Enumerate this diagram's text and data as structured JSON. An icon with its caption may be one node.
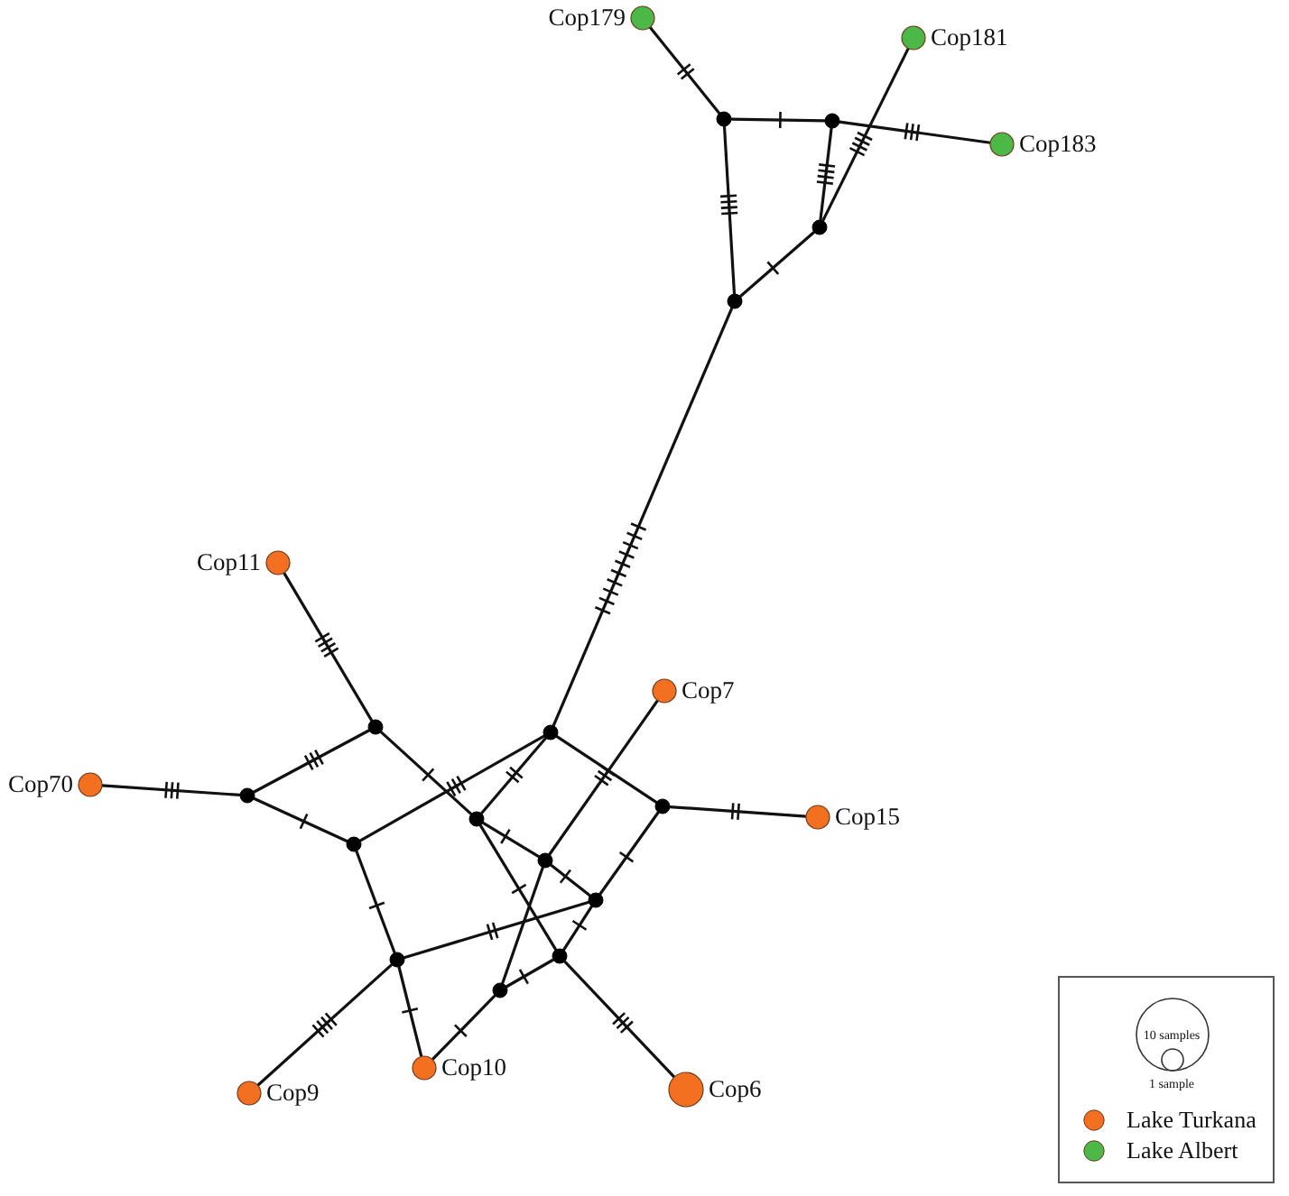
{
  "diagram": {
    "nodes": [
      {
        "text": [],
        "shape": "circle",
        "beside": [
          "Cop179"
        ]
      },
      {
        "text": [],
        "shape": "circle",
        "beside": [
          "Cop181"
        ]
      },
      {
        "text": [],
        "shape": "circle"
      },
      {
        "text": [],
        "shape": "circle"
      },
      {
        "text": [],
        "shape": "circle",
        "beside": [
          "Cop183"
        ]
      },
      {
        "text": [],
        "shape": "circle"
      },
      {
        "text": [],
        "shape": "circle"
      },
      {
        "text": [],
        "shape": "circle",
        "beside": [
          "Cop11"
        ]
      },
      {
        "text": [],
        "shape": "circle",
        "beside": [
          "Cop7"
        ]
      },
      {
        "text": [],
        "shape": "circle"
      },
      {
        "text": [],
        "shape": "circle"
      },
      {
        "text": [],
        "shape": "circle",
        "beside": [
          "Cop70"
        ]
      },
      {
        "text": [],
        "shape": "circle"
      },
      {
        "text": [],
        "shape": "circle"
      },
      {
        "text": [],
        "shape": "circle",
        "beside": [
          "Cop15"
        ]
      },
      {
        "text": [],
        "shape": "circle"
      },
      {
        "text": [],
        "shape": "circle"
      },
      {
        "text": [],
        "shape": "circle"
      },
      {
        "text": [],
        "shape": "circle"
      },
      {
        "text": [],
        "shape": "circle"
      },
      {
        "text": [],
        "shape": "circle"
      },
      {
        "text": [],
        "shape": "circle"
      },
      {
        "text": [],
        "shape": "circle",
        "beside": [
          "Cop10"
        ]
      },
      {
        "text": [],
        "shape": "circle",
        "beside": [
          "Cop6"
        ]
      },
      {
        "text": [],
        "shape": "circle",
        "beside": [
          "Cop9"
        ]
      }
    ],
    "edges": [
      {
        "from": 0,
        "to": 2,
        "arrow": "none"
      },
      {
        "from": 2,
        "to": 3,
        "arrow": "none"
      },
      {
        "from": 3,
        "to": 4,
        "arrow": "none"
      },
      {
        "from": 1,
        "to": 5,
        "arrow": "none"
      },
      {
        "from": 3,
        "to": 5,
        "arrow": "none"
      },
      {
        "from": 2,
        "to": 6,
        "arrow": "none"
      },
      {
        "from": 5,
        "to": 6,
        "arrow": "none"
      },
      {
        "from": 6,
        "to": 10,
        "arrow": "none"
      },
      {
        "from": 7,
        "to": 9,
        "arrow": "none"
      },
      {
        "from": 11,
        "to": 12,
        "arrow": "none"
      },
      {
        "from": 12,
        "to": 9,
        "arrow": "none"
      },
      {
        "from": 12,
        "to": 16,
        "arrow": "none"
      },
      {
        "from": 9,
        "to": 15,
        "arrow": "none"
      },
      {
        "from": 16,
        "to": 10,
        "arrow": "none"
      },
      {
        "from": 15,
        "to": 10,
        "arrow": "none"
      },
      {
        "from": 10,
        "to": 13,
        "arrow": "none"
      },
      {
        "from": 8,
        "to": 17,
        "arrow": "none"
      },
      {
        "from": 13,
        "to": 14,
        "arrow": "none"
      },
      {
        "from": 15,
        "to": 17,
        "arrow": "none"
      },
      {
        "from": 15,
        "to": 19,
        "arrow": "none"
      },
      {
        "from": 17,
        "to": 18,
        "arrow": "none"
      },
      {
        "from": 13,
        "to": 18,
        "arrow": "none"
      },
      {
        "from": 18,
        "to": 19,
        "arrow": "none"
      },
      {
        "from": 20,
        "to": 18,
        "arrow": "none"
      },
      {
        "from": 16,
        "to": 20,
        "arrow": "none"
      },
      {
        "from": 17,
        "to": 21,
        "arrow": "none"
      },
      {
        "from": 21,
        "to": 19,
        "arrow": "none"
      },
      {
        "from": 19,
        "to": 23,
        "arrow": "none"
      },
      {
        "from": 20,
        "to": 24,
        "arrow": "none"
      },
      {
        "from": 20,
        "to": 22,
        "arrow": "none"
      },
      {
        "from": 21,
        "to": 22,
        "arrow": "none"
      }
    ],
    "legend": [
      {
        "text": "10 samples"
      },
      {
        "text": "1 sample"
      },
      {
        "text": "Lake Turkana",
        "color": "#f37021"
      },
      {
        "text": "Lake Albert",
        "color": "#4cb848"
      }
    ]
  }
}
